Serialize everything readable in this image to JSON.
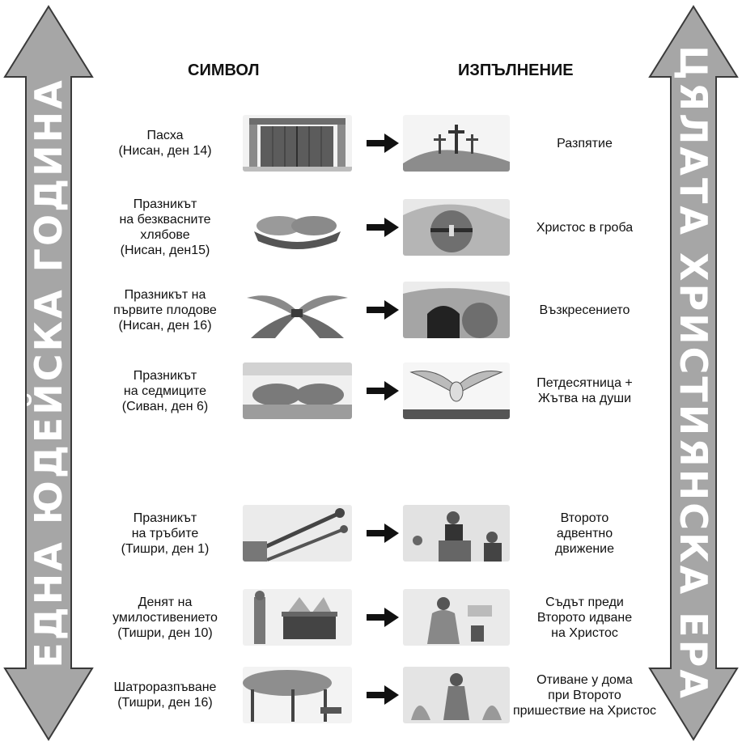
{
  "left_arrow_text": "ЕДНА  ЮДЕЙСКА  ГОДИНА",
  "right_arrow_text": "ЦЯЛАТА  ХРИСТИЯНСКА  ЕРА",
  "header_symbol": "СИМВОЛ",
  "header_fulfillment": "ИЗПЪЛНЕНИЕ",
  "rows": [
    {
      "symbol": "Пасха\n(Нисан, ден 14)",
      "symbol_icon": "door-picture-icon",
      "fulfillment": "Разпятие",
      "fulfillment_icon": "three-crosses-picture-icon"
    },
    {
      "symbol": "Празникът\nна безквасните\nхлябове\n(Нисан, ден15)",
      "symbol_icon": "bread-basket-picture-icon",
      "fulfillment": "Христос в гроба",
      "fulfillment_icon": "sealed-tomb-picture-icon"
    },
    {
      "symbol": "Празникът на\nпървите плодове\n(Нисан, ден 16)",
      "symbol_icon": "wheat-sheaf-picture-icon",
      "fulfillment": "Възкресението",
      "fulfillment_icon": "open-tomb-picture-icon"
    },
    {
      "symbol": "Празникът\nна седмиците\n(Сиван, ден 6)",
      "symbol_icon": "two-loaves-picture-icon",
      "fulfillment": "Петдесятница +\nЖътва на души",
      "fulfillment_icon": "dove-picture-icon"
    },
    {
      "symbol": "Празникът\nна тръбите\n(Тишри, ден 1)",
      "symbol_icon": "trumpets-picture-icon",
      "fulfillment": "Второто\nадвентно\nдвижение",
      "fulfillment_icon": "preacher-picture-icon"
    },
    {
      "symbol": "Денят на\nумилостивението\n(Тишри, ден 10)",
      "symbol_icon": "ark-priest-picture-icon",
      "fulfillment": "Съдът преди\nВторото идване\nна Христос",
      "fulfillment_icon": "judgment-picture-icon"
    },
    {
      "symbol": "Шатроразпъване\n(Тишри, ден 16)",
      "symbol_icon": "booths-picture-icon",
      "fulfillment": "Отиване у дома\nпри Второто\nпришествие на Христос",
      "fulfillment_icon": "second-coming-picture-icon"
    }
  ]
}
